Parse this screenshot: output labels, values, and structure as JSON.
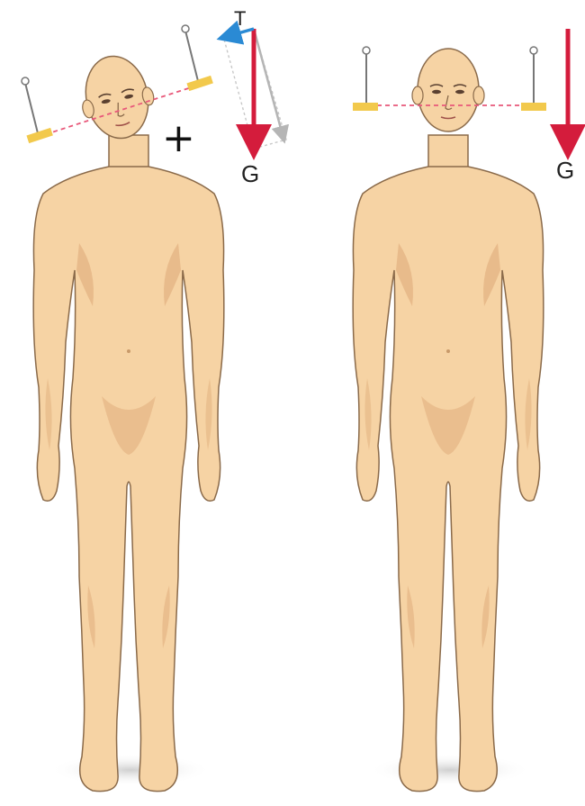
{
  "labels": {
    "tension": "T",
    "gravity_left": "G",
    "gravity_right": "G",
    "torque_sign": "+"
  },
  "colors": {
    "skin": "#f6d3a4",
    "skin_shadow": "#e5b584",
    "outline": "#8a6a4a",
    "gravity_arrow": "#d41c3c",
    "tension_arrow": "#2a8ad4",
    "pendulum_base": "#f2c94c",
    "dashed_line": "#e8587a",
    "ground_shadow": "#d9d9d9"
  },
  "figures": [
    {
      "name": "tilted-head-figure",
      "head_state": "tilted"
    },
    {
      "name": "upright-head-figure",
      "head_state": "upright"
    }
  ]
}
